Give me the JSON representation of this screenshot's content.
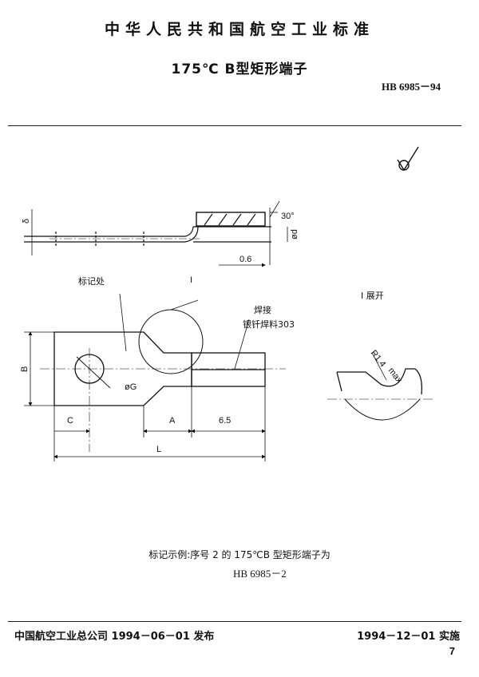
{
  "header": {
    "standard_name": "中华人民共和国航空工业标准",
    "title": "175℃ B型矩形端子",
    "standard_number": "HB 6985－94"
  },
  "drawing": {
    "roughness_symbol": "roughness-symbol-icon",
    "side_view": {
      "label_delta": "δ",
      "label_angle": "30°",
      "label_d1": "ød",
      "label_offset": "0.6"
    },
    "plan_view": {
      "label_mark_location": "标记处",
      "label_detail": "I",
      "label_weld": "焊接",
      "label_solder": "银钎焊料303",
      "label_B": "B",
      "label_G": "øG",
      "label_C": "C",
      "label_A": "A",
      "label_65": "6.5",
      "label_L": "L"
    },
    "detail_view": {
      "label_title": "I 展开",
      "label_radius": "R1.4",
      "label_radius_sub": "max"
    }
  },
  "example": {
    "line1": "标记示例:序号 2 的 175℃B 型矩形端子为",
    "line2": "HB 6985－2"
  },
  "footer": {
    "publisher": "中国航空工业总公司 1994－06－01 发布",
    "effective": "1994－12－01 实施",
    "page": "7"
  }
}
